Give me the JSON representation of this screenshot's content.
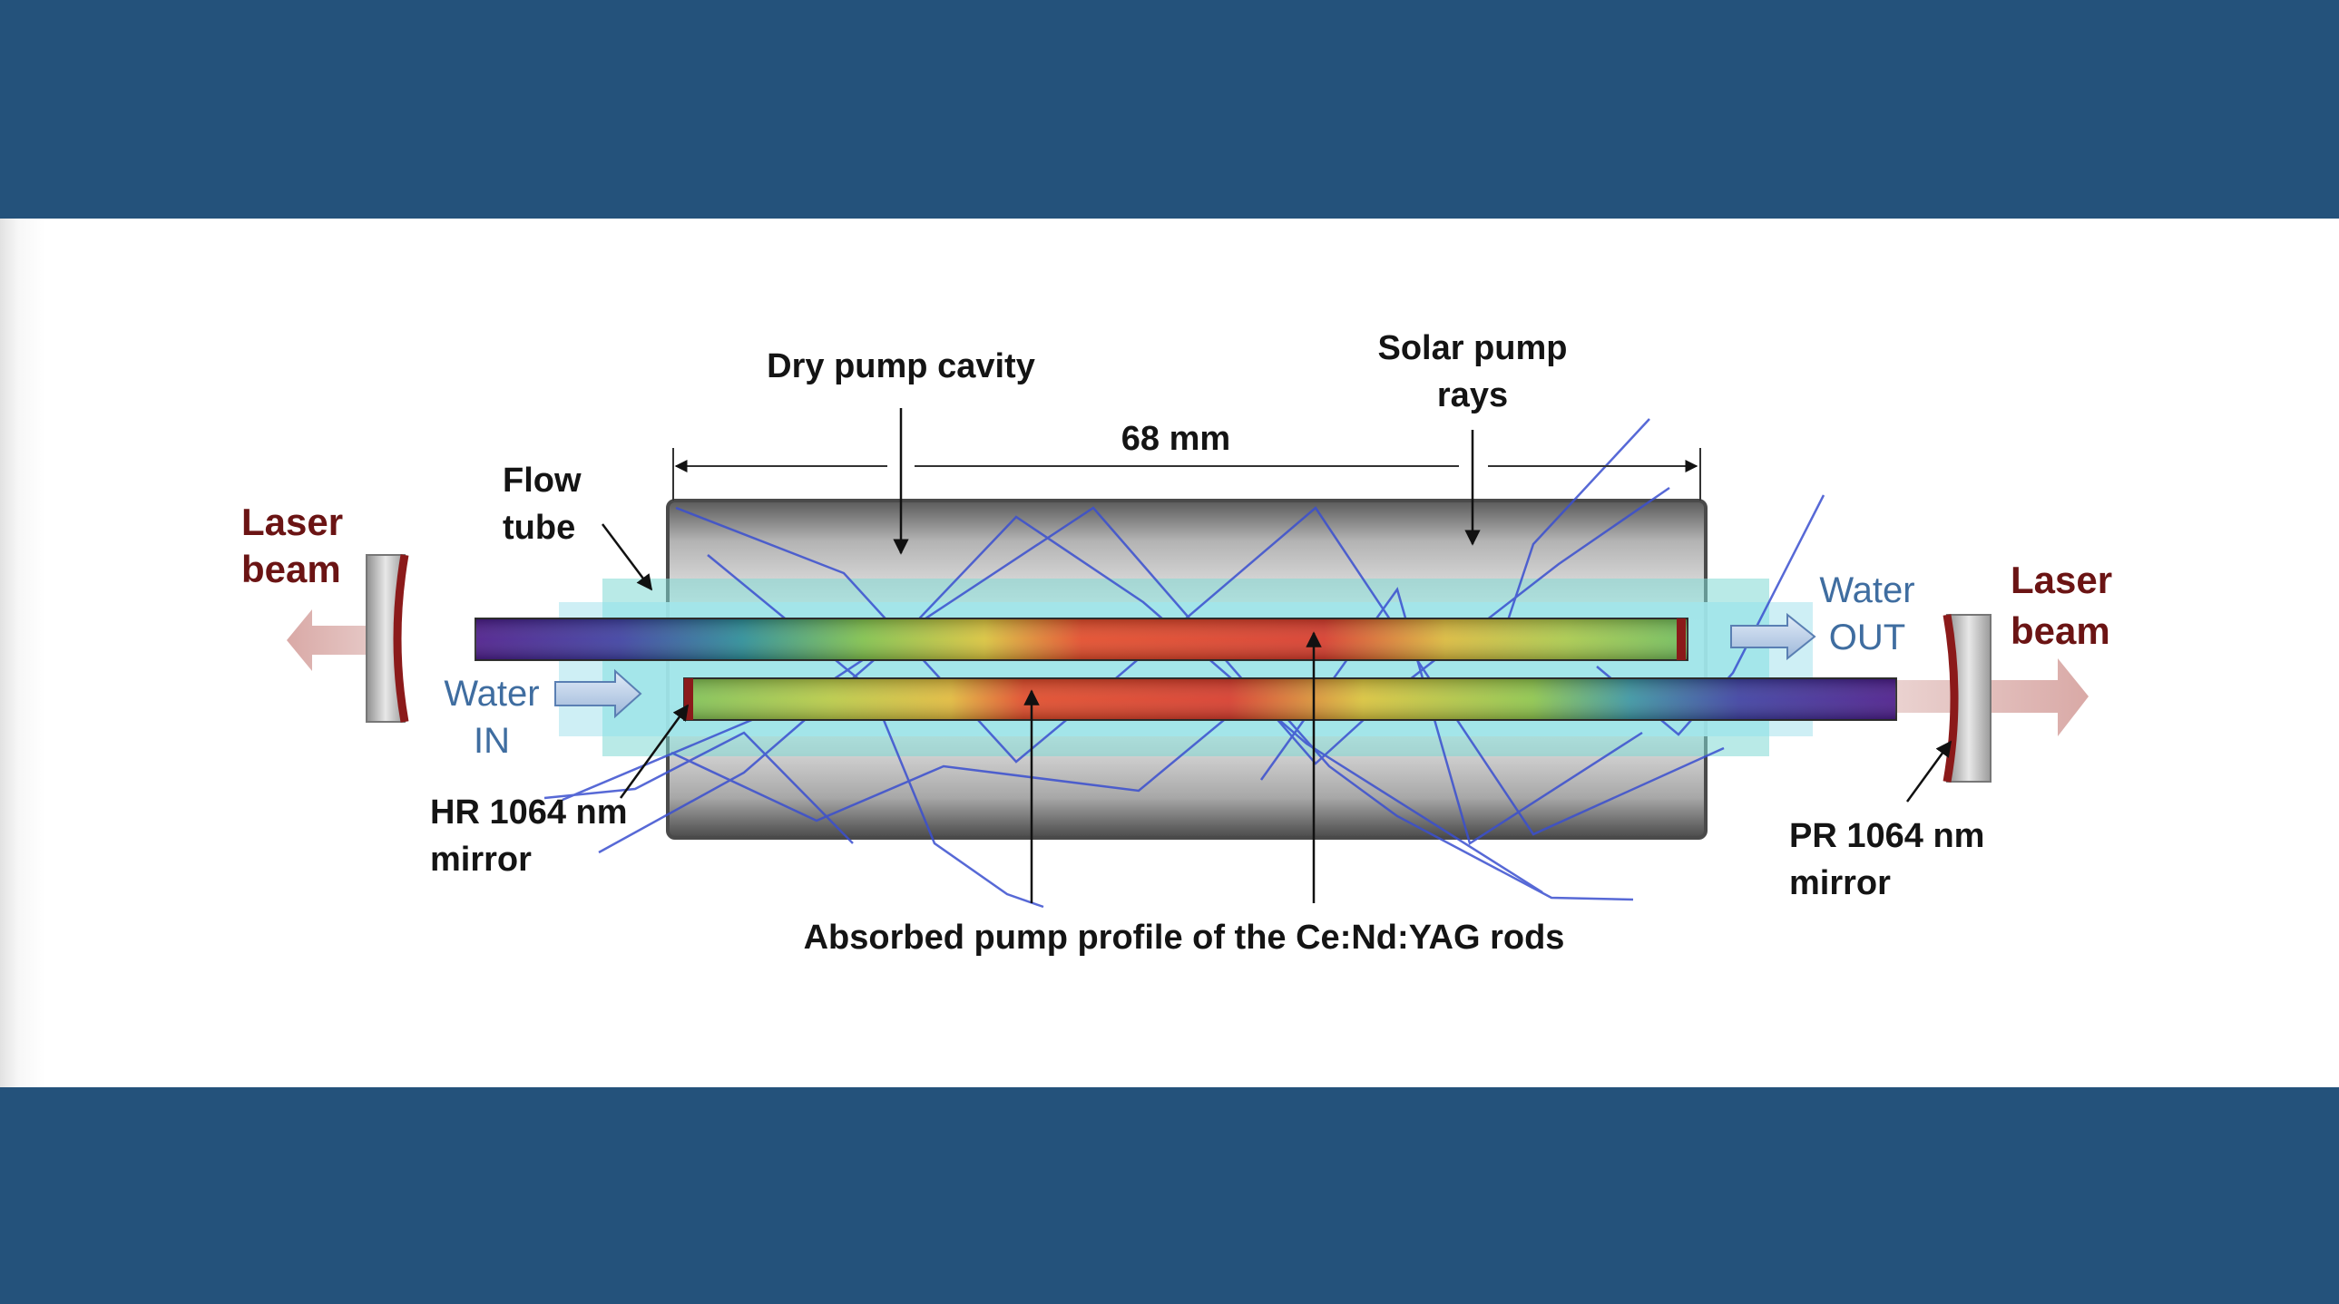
{
  "labels": {
    "dry_pump_cavity": "Dry pump cavity",
    "solar_pump_rays_line1": "Solar pump",
    "solar_pump_rays_line2": "rays",
    "length": "68 mm",
    "flow_tube_line1": "Flow",
    "flow_tube_line2": "tube",
    "laser_beam_left_line1": "Laser",
    "laser_beam_left_line2": "beam",
    "laser_beam_right_line1": "Laser",
    "laser_beam_right_line2": "beam",
    "water_in_line1": "Water",
    "water_in_line2": "IN",
    "water_out_line1": "Water",
    "water_out_line2": "OUT",
    "hr_mirror_line1": "HR 1064 nm",
    "hr_mirror_line2": "mirror",
    "pr_mirror_line1": "PR 1064 nm",
    "pr_mirror_line2": "mirror",
    "absorbed_profile": "Absorbed pump profile of the Ce:Nd:YAG rods"
  },
  "colors": {
    "band": "#24527b",
    "laser_label": "#6b1414",
    "water_label": "#3f6da0",
    "rays": "#3a4fd0",
    "mirror_coating": "#8b1a1a"
  }
}
